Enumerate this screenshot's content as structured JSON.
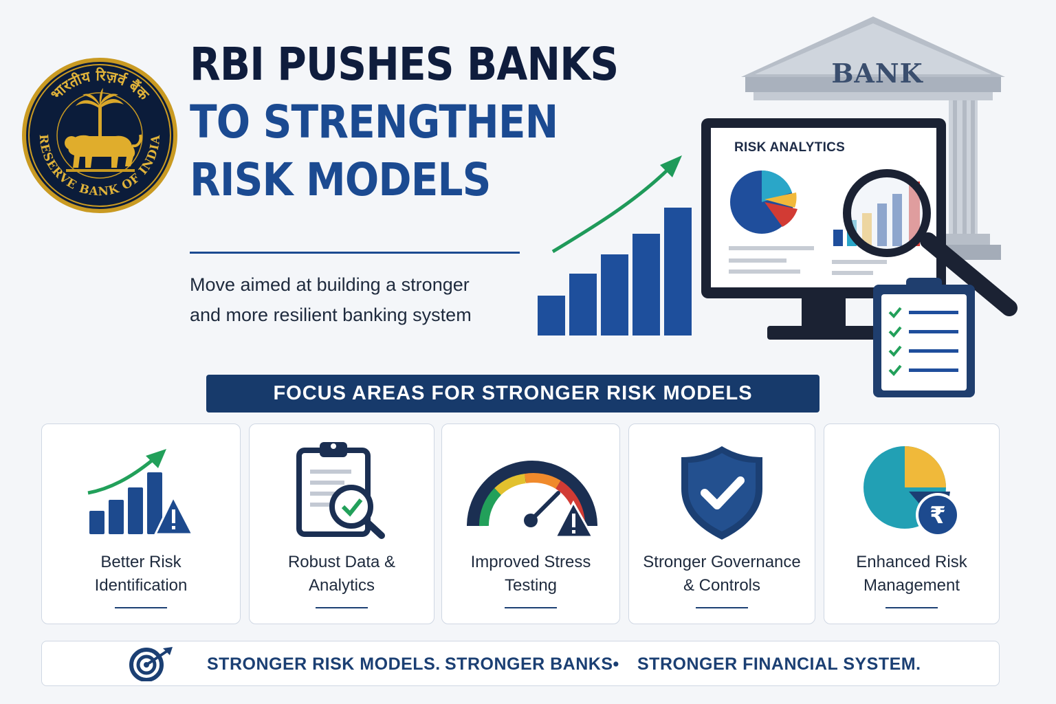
{
  "seal": {
    "top_text": "भारतीय रिज़र्व बैंक",
    "bottom_text": "RESERVE BANK OF INDIA"
  },
  "headline": {
    "line1": "RBI PUSHES BANKS",
    "line2": "TO STRENGTHEN",
    "line3": "RISK MODELS"
  },
  "subtitle": {
    "line1": "Move aimed at building a stronger",
    "line2": "and more resilient banking system"
  },
  "illustration": {
    "bank_sign": "BANK",
    "monitor_title": "RISK ANALYTICS"
  },
  "focus_banner": "FOCUS AREAS FOR STRONGER RISK MODELS",
  "cards": [
    {
      "line1": "Better Risk",
      "line2": "Identification",
      "icon": "bar-chart-warning-icon"
    },
    {
      "line1": "Robust Data &",
      "line2": "Analytics",
      "icon": "clipboard-search-icon"
    },
    {
      "line1": "Improved Stress",
      "line2": "Testing",
      "icon": "gauge-warning-icon"
    },
    {
      "line1": "Stronger Governance",
      "line2": "& Controls",
      "icon": "shield-check-icon"
    },
    {
      "line1": "Enhanced Risk",
      "line2": "Management",
      "icon": "pie-rupee-icon"
    }
  ],
  "footer": {
    "part1": "STRONGER RISK MODELS.",
    "part2": "STRONGER BANKS•",
    "part3": "STRONGER FINANCIAL SYSTEM.",
    "icon": "target-icon"
  },
  "colors": {
    "navy": "#0f1d3d",
    "blue": "#1b4a91",
    "banner": "#173a6b",
    "green": "#22a05a",
    "gold": "#d9a520",
    "red": "#c7302b"
  }
}
